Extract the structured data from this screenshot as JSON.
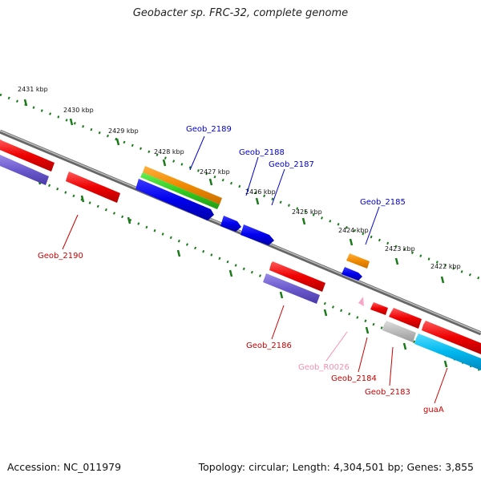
{
  "title": "Geobacter sp. FRC-32, complete genome",
  "footer": {
    "accession": "Accession: NC_011979",
    "topology": "Topology: circular; Length: 4,304,501 bp; Genes: 3,855"
  },
  "kbp_labels": [
    "2431 kbp",
    "2430 kbp",
    "2429 kbp",
    "2428 kbp",
    "2427 kbp",
    "2426 kbp",
    "2425 kbp",
    "2424 kbp",
    "2423 kbp",
    "2422 kbp"
  ],
  "gene_labels": {
    "geob_2189": "Geob_2189",
    "geob_2188": "Geob_2188",
    "geob_2187": "Geob_2187",
    "geob_2185": "Geob_2185",
    "geob_2190": "Geob_2190",
    "geob_2186": "Geob_2186",
    "geob_r0026": "Geob_R0026",
    "geob_2184": "Geob_2184",
    "geob_2183": "Geob_2183",
    "guaA": "guaA"
  },
  "colors": {
    "label_blue": "#0000cc",
    "label_red": "#cc0000",
    "label_pink": "#f48fb1",
    "tick_green": "#1a7a1a",
    "backbone": "#7a7a7a"
  }
}
